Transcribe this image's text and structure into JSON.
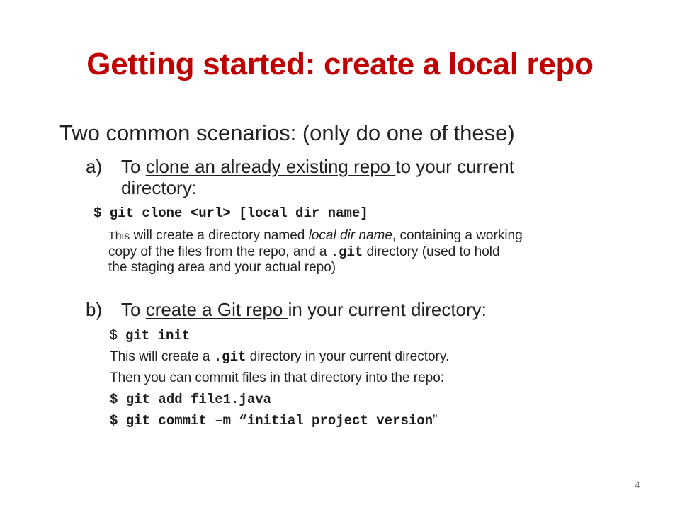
{
  "slide": {
    "title": "Getting started: create a local repo",
    "intro": "Two common scenarios: (only do one of these)",
    "page_number": "4"
  },
  "section_a": {
    "marker": "a)",
    "lead": "To ",
    "link": "clone an already existing repo ",
    "tail": "to your current",
    "cont": "directory:",
    "command": "$ git clone <url> [local dir name]",
    "desc_this": "This",
    "desc_1": " will create a directory named ",
    "desc_ital": "local dir name",
    "desc_2": ", containing  a working",
    "desc_3": "copy  of the files from the repo, and a ",
    "desc_code": ".git",
    "desc_4": " directory (used to hold",
    "desc_5": "the staging area and your actual repo)"
  },
  "section_b": {
    "marker": "b)",
    "lead": "To ",
    "link": "create a Git repo ",
    "tail": "in your current directory:",
    "prompt": "$",
    "init_cmd": " git init",
    "line1_pre": "This will create a ",
    "line1_code": ".git",
    "line1_post": "  directory in your current directory.",
    "line2": "Then you can commit files in that directory into the repo:",
    "add_cmd": "$ git add file1.java",
    "commit_cmd": "$ git commit –m “initial project version",
    "commit_quote": "”"
  }
}
